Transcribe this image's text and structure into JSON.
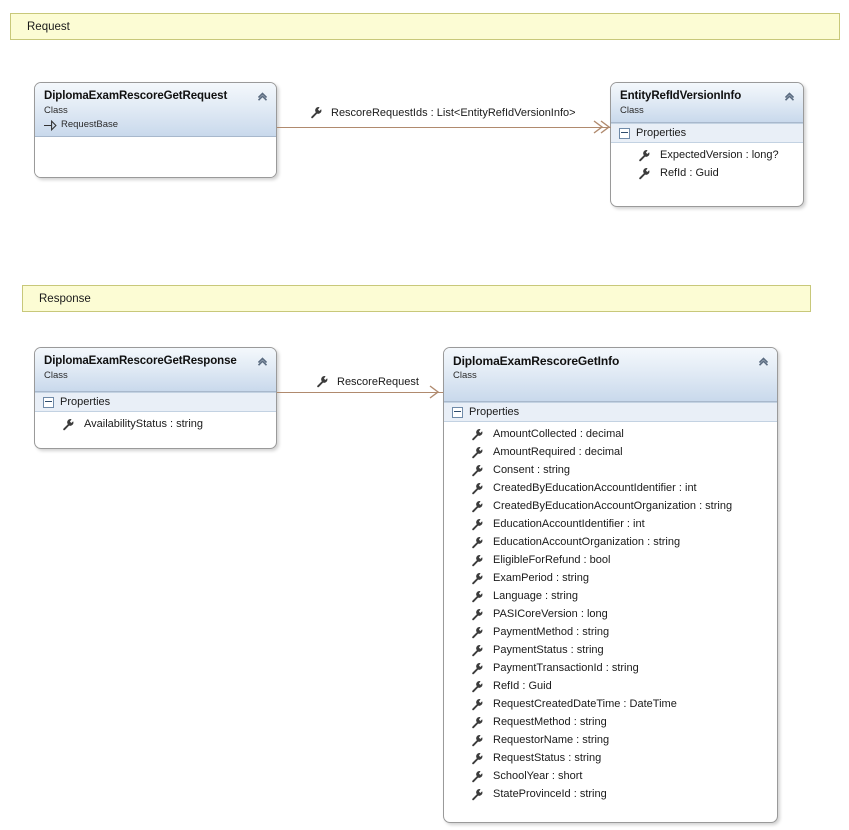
{
  "colors": {
    "banner_fill": "#FCFCD4",
    "banner_border": "#C8C87A",
    "class_border": "#9A9A9A",
    "header_gradient_top": "#F4F8FC",
    "header_gradient_bottom": "#C9D9EC",
    "compartment_header": "#E9EFF7",
    "connector": "#B08A6E"
  },
  "banners": [
    {
      "label": "Request"
    },
    {
      "label": "Response"
    }
  ],
  "classes": {
    "request": {
      "title": "DiplomaExamRescoreGetRequest",
      "stereotype": "Class",
      "base": "RequestBase",
      "collapse_icon": "chevron-up-icon"
    },
    "entity_ref": {
      "title": "EntityRefIdVersionInfo",
      "stereotype": "Class",
      "collapse_icon": "chevron-up-icon",
      "compartment": "Properties",
      "members": [
        "ExpectedVersion : long?",
        "RefId : Guid"
      ]
    },
    "response": {
      "title": "DiplomaExamRescoreGetResponse",
      "stereotype": "Class",
      "collapse_icon": "chevron-up-icon",
      "compartment": "Properties",
      "members": [
        "AvailabilityStatus : string"
      ]
    },
    "info": {
      "title": "DiplomaExamRescoreGetInfo",
      "stereotype": "Class",
      "collapse_icon": "chevron-up-icon",
      "compartment": "Properties",
      "members": [
        "AmountCollected : decimal",
        "AmountRequired : decimal",
        "Consent : string",
        "CreatedByEducationAccountIdentifier : int",
        "CreatedByEducationAccountOrganization : string",
        "EducationAccountIdentifier : int",
        "EducationAccountOrganization : string",
        "EligibleForRefund : bool",
        "ExamPeriod : string",
        "Language : string",
        "PASICoreVersion : long",
        "PaymentMethod : string",
        "PaymentStatus : string",
        "PaymentTransactionId : string",
        "RefId : Guid",
        "RequestCreatedDateTime : DateTime",
        "RequestMethod : string",
        "RequestorName : string",
        "RequestStatus : string",
        "SchoolYear : short",
        "StateProvinceId : string"
      ]
    }
  },
  "connectors": [
    {
      "label": "RescoreRequestIds : List<EntityRefIdVersionInfo>",
      "arrow": "double-chevron-right"
    },
    {
      "label": "RescoreRequest",
      "arrow": "single-chevron-right"
    }
  ]
}
